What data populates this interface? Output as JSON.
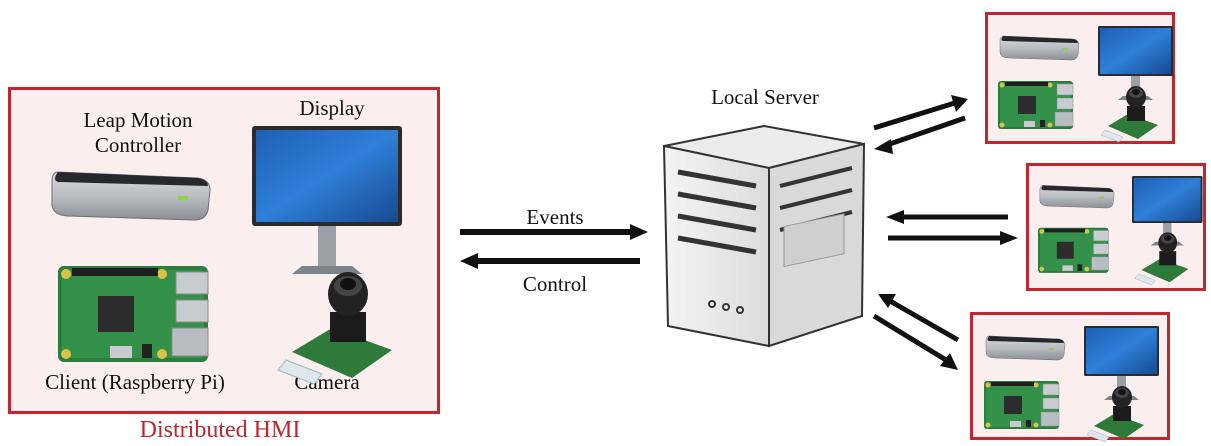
{
  "main_hmi": {
    "title": "Distributed HMI",
    "leap_label_line1": "Leap Motion",
    "leap_label_line2": "Controller",
    "display_label": "Display",
    "client_label": "Client (Raspberry Pi)",
    "camera_label": "Camera"
  },
  "link": {
    "events_label": "Events",
    "control_label": "Control"
  },
  "server": {
    "label": "Local Server"
  },
  "colors": {
    "accent_red": "#c0262d",
    "box_fill": "#fbeeee",
    "arrow": "#111111"
  }
}
